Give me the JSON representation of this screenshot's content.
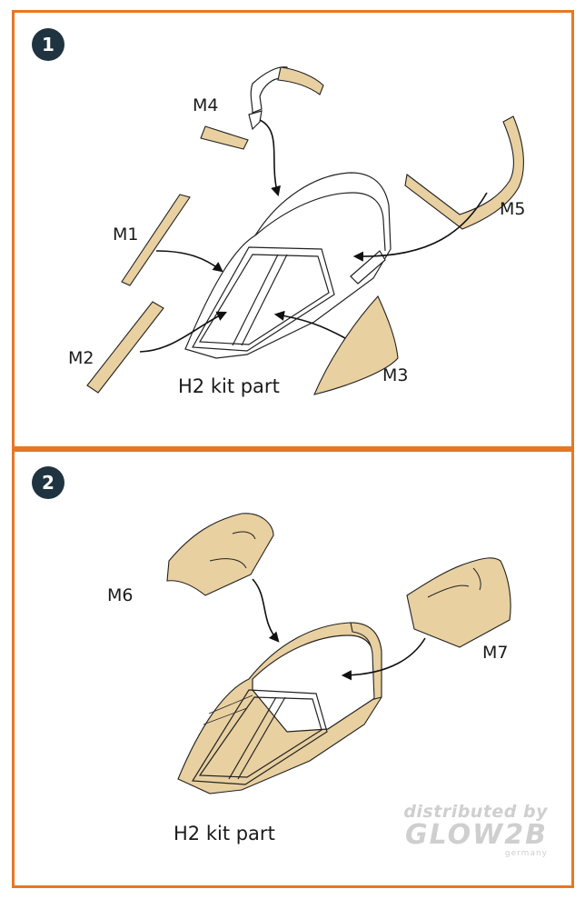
{
  "steps": [
    {
      "number": "1",
      "labels": {
        "m1": "M1",
        "m2": "M2",
        "m3": "M3",
        "m4": "M4",
        "m5": "M5"
      },
      "kit_part": "H2 kit part"
    },
    {
      "number": "2",
      "labels": {
        "m6": "M6",
        "m7": "M7"
      },
      "kit_part": "H2 kit part"
    }
  ],
  "watermark": {
    "top": "distributed by",
    "brand": "GLOW2B",
    "sub": "germany"
  },
  "colors": {
    "frame": "#e87722",
    "badge": "#1f3340",
    "mask": "#e8d0a0"
  }
}
